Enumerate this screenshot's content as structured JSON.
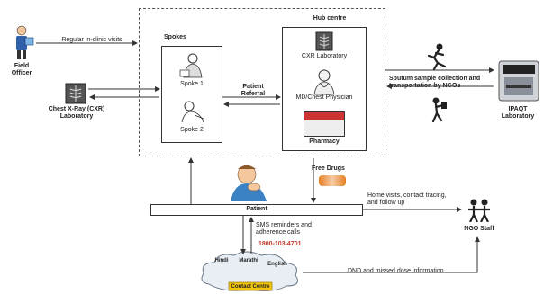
{
  "field_officer": {
    "label": "Field Officer"
  },
  "regular_visits": {
    "label": "Regular in-clinic visits"
  },
  "spokes": {
    "title": "Spokes",
    "spoke1": "Spoke 1",
    "spoke2": "Spoke 2"
  },
  "cxr_lab_left": {
    "label": "Chest X-Ray (CXR) Laboratory"
  },
  "patient_referral": {
    "label": "Patient Referral"
  },
  "hub": {
    "title": "Hub centre",
    "cxr": "CXR Laboratory",
    "physician": "MD/Chest Physician",
    "pharmacy": "Pharmacy"
  },
  "sputum": {
    "label": "Sputum sample collection and transportation by NGOs"
  },
  "ipaqt": {
    "label": "IPAQT Laboratory"
  },
  "free_drugs": {
    "label": "Free Drugs"
  },
  "patient": {
    "label": "Patient"
  },
  "home_visits": {
    "label": "Home visits, contact tracing, and follow up"
  },
  "ngo_staff": {
    "label": "NGO Staff"
  },
  "sms": {
    "label": "SMS reminders and adherence calls"
  },
  "phone": {
    "number": "1800-103-4701"
  },
  "contact_centre": {
    "label": "Contact Centre",
    "lang_hindi": "Hindi",
    "lang_marathi": "Marathi",
    "lang_english": "English"
  },
  "dnd": {
    "label": "DND and missed dose information"
  },
  "colors": {
    "accent_red": "#c0392b",
    "cloud_yellow": "#f1c40f",
    "cloud_fill": "#e9eef5"
  }
}
